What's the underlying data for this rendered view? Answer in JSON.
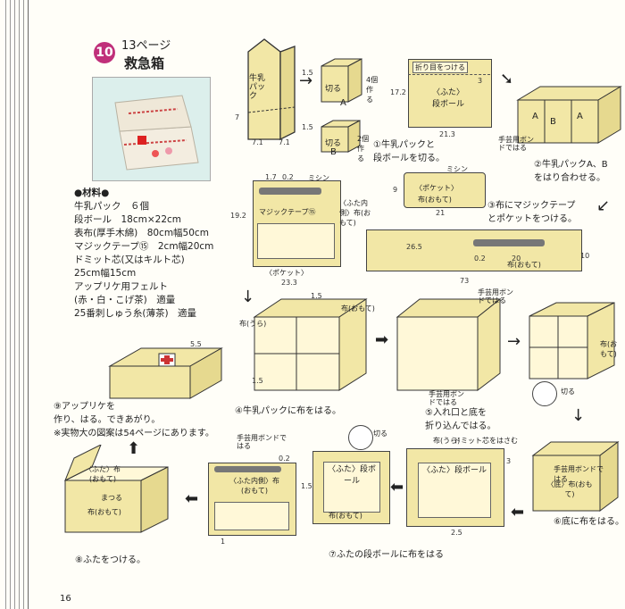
{
  "page_number": "16",
  "item_number": "10",
  "page_ref": "13ページ",
  "title": "救急箱",
  "materials_header": "●材料●",
  "materials": [
    "牛乳パック　６個",
    "段ボール　18cm×22cm",
    "表布(厚手木綿)　80cm幅50cm",
    "マジックテープ⑮　2cm幅20cm",
    "ドミット芯(又はキルト芯)",
    "25cm幅15cm",
    "アップリケ用フェルト",
    "(赤・白・こげ茶)　適量",
    "25番刺しゅう糸(薄茶)　適量"
  ],
  "steps": {
    "s1": [
      "①牛乳パックと",
      "段ボールを切る。"
    ],
    "s2": [
      "②牛乳パックA、B",
      "をはり合わせる。"
    ],
    "s3": [
      "③布にマジックテープ",
      "とポケットをつける。"
    ],
    "s4": "④牛乳パックに布をはる。",
    "s5": [
      "⑤入れ口と底を",
      "折り込んではる。"
    ],
    "s6": "⑥底に布をはる。",
    "s7": "⑦ふたの段ボールに布をはる",
    "s8": "⑧ふたをつける。",
    "s9": [
      "⑨アップリケを",
      "作り、はる。できあがり。"
    ],
    "note": "※実物大の図案は54ページにあります。"
  },
  "labels": {
    "milk_pack": "牛乳パック",
    "cut": "切る",
    "four_pieces": "4個作る",
    "two_pieces": "2個作る",
    "fold_line": "折り目をつける",
    "lid_cardboard": "〈ふた〉段ボール",
    "glue": "手芸用ボンドではる",
    "sewing": "ミシン",
    "pocket": "〈ポケット〉",
    "cloth_front": "布(おもて)",
    "cloth_back": "布(うら)",
    "lid_inside": "〈ふた内側〉布(おもて)",
    "magic_tape": "マジックテープ⑮",
    "bottom": "〈底〉布(おもて)",
    "domit": "ドミット芯をはさむ",
    "wrap": "まつる",
    "lid_cloth": "〈ふた〉布(おもて)",
    "cut_small": "切る"
  },
  "dims": {
    "d17_2": "17.2",
    "d21_3": "21.3",
    "d3": "3",
    "d1_5": "1.5",
    "d7": "7",
    "d7_1": "7.1",
    "d19_2": "19.2",
    "d23_3": "23.3",
    "d0_2": "0.2",
    "d1_7": "1.7",
    "d9": "9",
    "d21": "21",
    "d26_5": "26.5",
    "d20": "20",
    "d73": "73",
    "d10": "10",
    "d1": "1",
    "d2_5": "2.5",
    "d5_5": "5.5",
    "A": "A",
    "B": "B"
  }
}
